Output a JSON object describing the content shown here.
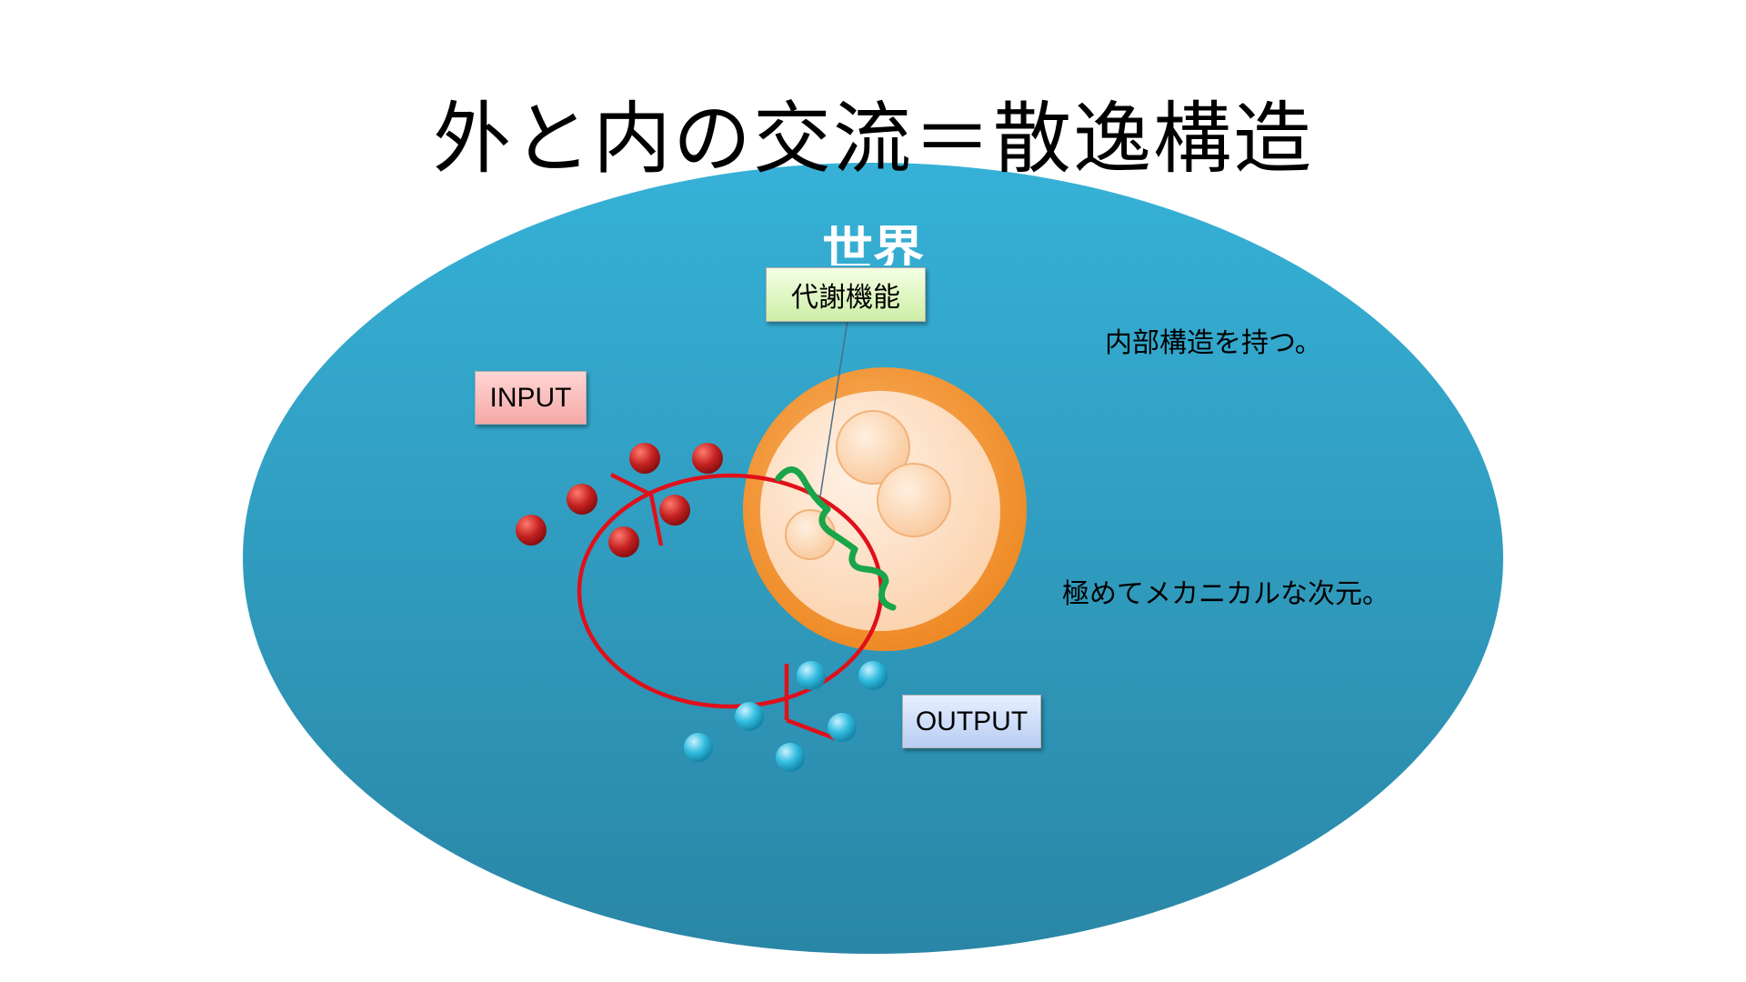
{
  "title": "外と内の交流＝散逸構造",
  "world_label": "世界",
  "labels": {
    "input": "INPUT",
    "output": "OUTPUT",
    "metabolism": "代謝機能"
  },
  "notes": {
    "structure": "内部構造を持つ。",
    "mechanical": "極めてメカニカルな次元。"
  },
  "colors": {
    "world": "#2e9fc2",
    "cell_outer": "#f0922a",
    "cell_inner": "#fde3cc",
    "cycle": "#e0101a",
    "wave": "#1aa54a",
    "input_particle": "#c41f1f",
    "output_particle": "#2bb8dc"
  }
}
